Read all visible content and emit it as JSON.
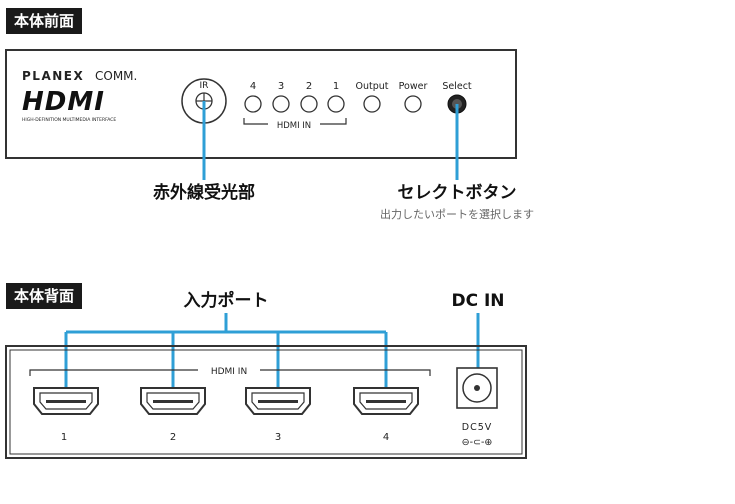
{
  "front": {
    "section_label": "本体前面",
    "brand_planex": "PLANEX",
    "brand_comm": "COMM.",
    "hdmi_logo_text": "HDMI",
    "hdmi_subtext": "HIGH-DEFINITION MULTIMEDIA INTERFACE",
    "ir_label": "IR",
    "port_numbers": [
      "4",
      "3",
      "2",
      "1"
    ],
    "hdmi_in_label": "HDMI IN",
    "output_label": "Output",
    "power_label": "Power",
    "select_label": "Select",
    "callout_ir": "赤外線受光部",
    "callout_select": "セレクトボタン",
    "callout_select_desc": "出力したいポートを選択します"
  },
  "back": {
    "section_label": "本体背面",
    "callout_input": "入力ポート",
    "callout_dc": "DC IN",
    "hdmi_in_label": "HDMI IN",
    "port_numbers": [
      "1",
      "2",
      "3",
      "4"
    ],
    "dc_label": "DC5V",
    "polarity": "⊖-⊂-⊕"
  },
  "colors": {
    "callout_line": "#2f9fd6",
    "device_outline": "#333333",
    "section_tag_bg": "#1a1a1a"
  }
}
